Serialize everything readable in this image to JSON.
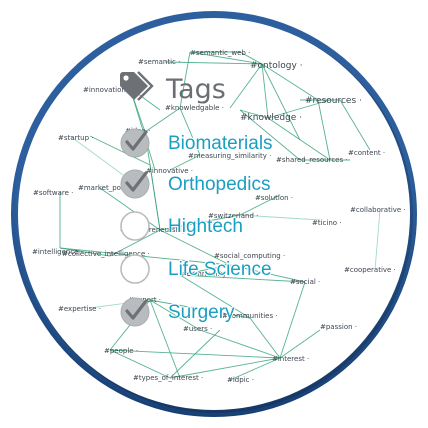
{
  "panel": {
    "title": "Tags",
    "title_icon": "tag-icon",
    "accent_color": "#1a9fc2",
    "ring_color": "#1e4e8c",
    "tags": [
      {
        "label": "Biomaterials",
        "checked": true
      },
      {
        "label": "Orthopedics",
        "checked": true
      },
      {
        "label": "Hightech",
        "checked": false
      },
      {
        "label": "Life Science",
        "checked": false
      },
      {
        "label": "Surgery",
        "checked": true
      }
    ]
  },
  "graph": {
    "edge_color": "#3aa57c",
    "nodes": [
      "#semantic_web",
      "#semantic",
      "#ontology",
      "#innovation",
      "#knowledgable",
      "#resources",
      "#knowledge",
      "#startup",
      "#idea",
      "#content",
      "#measuring_similarity",
      "#shared_resources",
      "#innovative",
      "#software",
      "#market_position",
      "#solution",
      "#collaborative",
      "#switzerland",
      "#ticino",
      "#entrepreneurship",
      "#intelligence",
      "#collective_intelligence",
      "#social_computing",
      "#cooperative",
      "#community",
      "#social",
      "#expert",
      "#expertise",
      "#communities",
      "#users",
      "#passion",
      "#people",
      "#interest",
      "#types_of_interest",
      "#idpic"
    ]
  }
}
